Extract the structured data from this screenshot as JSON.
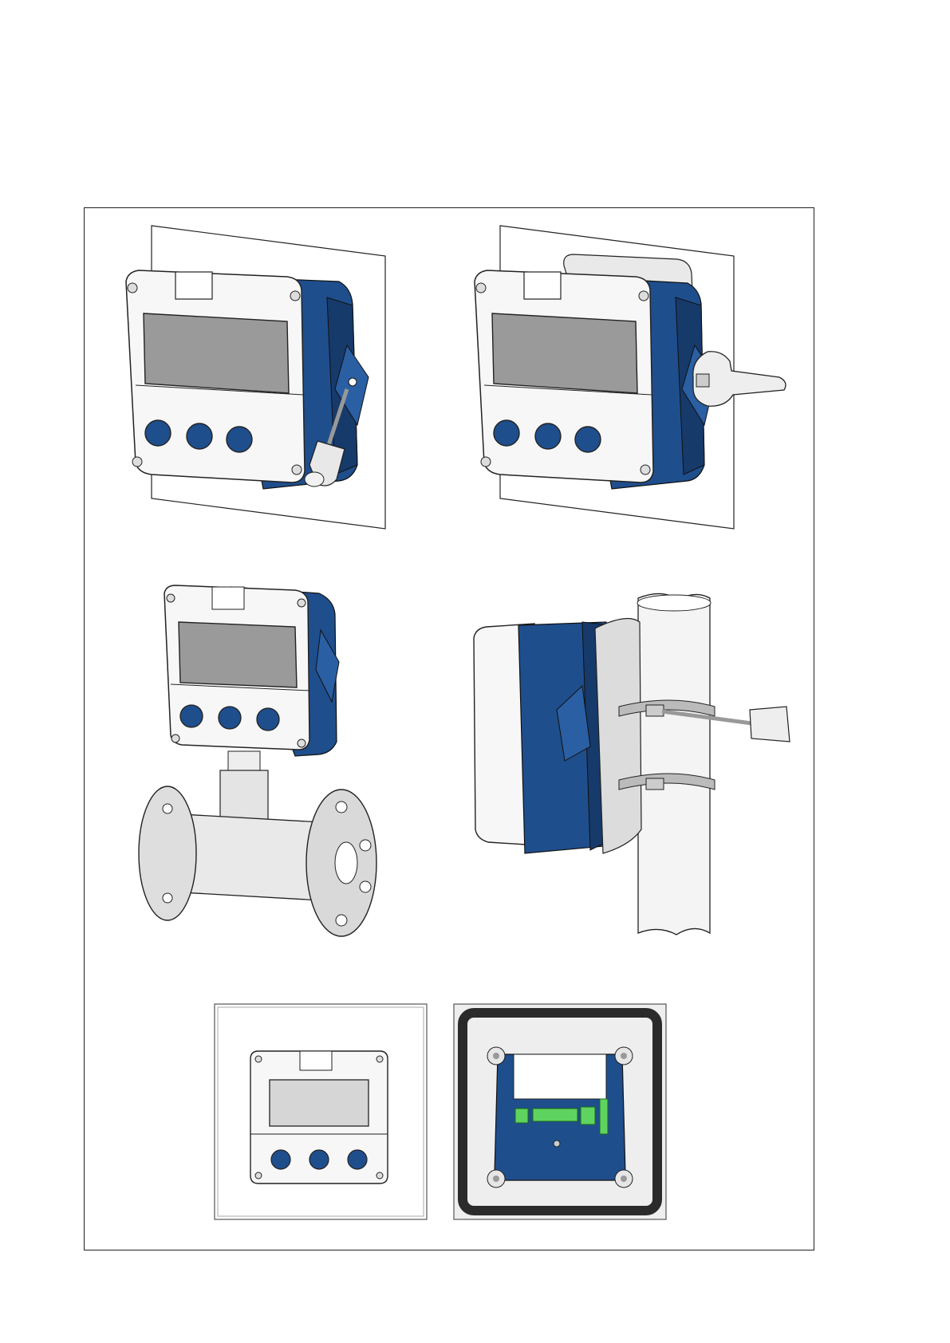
{
  "colors": {
    "housing_blue": "#1f4e8c",
    "housing_blue_dark": "#163a6a",
    "housing_white": "#f7f7f7",
    "display_grey": "#9a9a9a",
    "display_grey_light": "#d6d6d6",
    "outline": "#222222",
    "terminal_green": "#5fd35f",
    "gasket_black": "#2b2b2b"
  },
  "figures": [
    {
      "id": "panel-mount-wall-screw",
      "icon": "wall-mounted-indicator-with-screwdriver"
    },
    {
      "id": "panel-mount-wall-wrench",
      "icon": "wall-mounted-indicator-with-wrench"
    },
    {
      "id": "direct-mount-flowmeter",
      "icon": "indicator-on-flanged-flowmeter"
    },
    {
      "id": "pipe-mount-clamps",
      "icon": "indicator-clamped-to-pipe"
    },
    {
      "id": "panel-front-view",
      "icon": "indicator-front-in-panel"
    },
    {
      "id": "panel-rear-view",
      "icon": "indicator-rear-terminals-in-panel"
    }
  ]
}
